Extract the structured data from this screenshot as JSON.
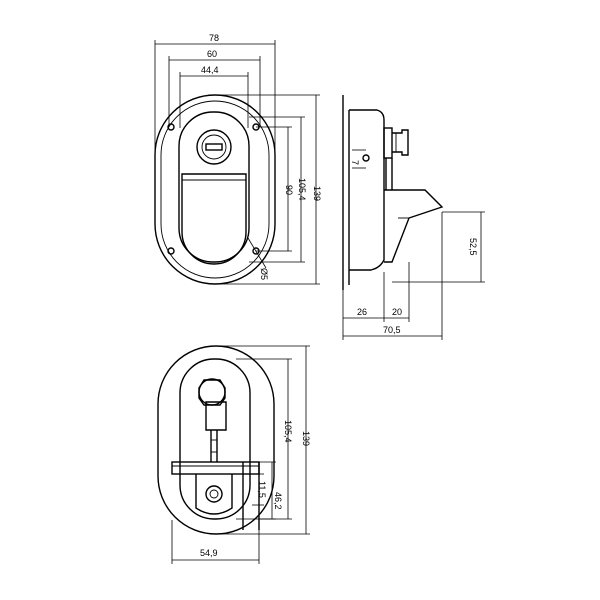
{
  "dimensions": {
    "front": {
      "width_78": "78",
      "width_60": "60",
      "width_44_4": "44,4",
      "height_90": "90",
      "height_105_4": "105,4",
      "height_139": "139",
      "hole_dia": "Ø5"
    },
    "side": {
      "key_7": "7",
      "depth_26": "26",
      "depth_20": "20",
      "depth_70_5": "70,5",
      "height_52_5": "52,5"
    },
    "rear": {
      "height_105_4": "105,4",
      "height_139": "139",
      "height_46_2": "46,2",
      "height_11_5": "11,5",
      "width_54_9": "54,9"
    }
  }
}
